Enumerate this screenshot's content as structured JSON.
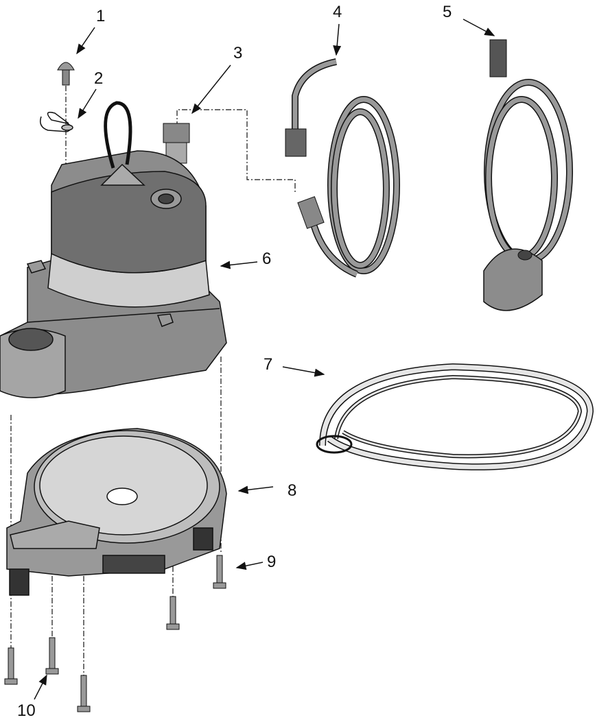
{
  "diagram": {
    "type": "exploded-parts-view",
    "callouts": [
      {
        "number": "1",
        "part": "screw"
      },
      {
        "number": "2",
        "part": "clip"
      },
      {
        "number": "3",
        "part": "fitting"
      },
      {
        "number": "4",
        "part": "power-cord"
      },
      {
        "number": "5",
        "part": "float-switch"
      },
      {
        "number": "6",
        "part": "motor-housing"
      },
      {
        "number": "7",
        "part": "gasket-o-ring"
      },
      {
        "number": "8",
        "part": "volute-base"
      },
      {
        "number": "9",
        "part": "bolt"
      },
      {
        "number": "10",
        "part": "bolts"
      }
    ]
  },
  "colors": {
    "dark": "#555555",
    "mid": "#8a8a8a",
    "light": "#c8c8c8",
    "line": "#111111"
  }
}
